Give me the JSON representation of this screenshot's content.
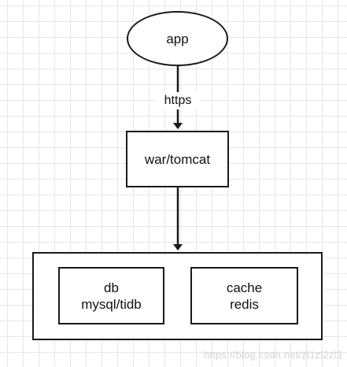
{
  "diagram": {
    "nodes": {
      "app": "app",
      "tomcat": "war/tomcat",
      "db_line1": "db",
      "db_line2": "mysql/tidb",
      "cache_line1": "cache",
      "cache_line2": "redis"
    },
    "edges": {
      "app_to_tomcat_label": "https"
    },
    "colors": {
      "stroke": "#1a1a1a",
      "grid": "#e6e6e6",
      "background": "#ffffff"
    }
  },
  "watermark": "https://blog.csdn.net/zl1zl2zl3"
}
